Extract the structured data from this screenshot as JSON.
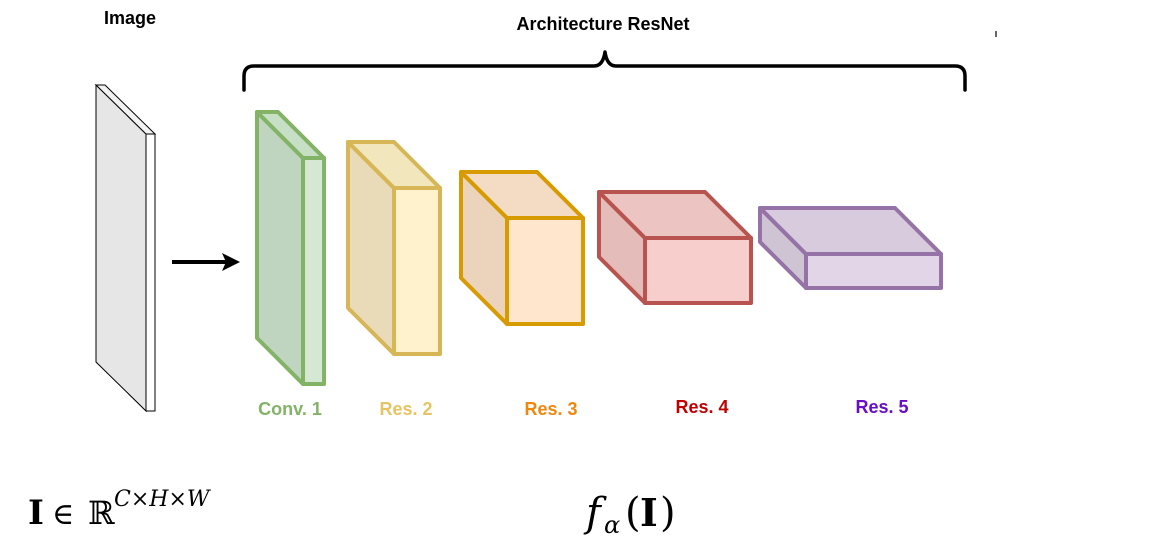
{
  "image_label": "Image",
  "architecture_title": "Architecture ResNet",
  "blocks": [
    {
      "label": "Conv. 1",
      "color_label": "#82b366",
      "face": "#d5e8d4",
      "side": "#c0d5bf",
      "top": "#c7dfc5",
      "stroke": "#82b366"
    },
    {
      "label": "Res. 2",
      "color_label": "#e6c463",
      "face": "#fff2cc",
      "side": "#e9dbb7",
      "top": "#f2e6bd",
      "stroke": "#d6b656"
    },
    {
      "label": "Res. 3",
      "color_label": "#f0860c",
      "face": "#ffe6cc",
      "side": "#ebd4bb",
      "top": "#f3dcc3",
      "stroke": "#d79b00"
    },
    {
      "label": "Res. 4",
      "color_label": "#c00000",
      "face": "#f8cecc",
      "side": "#e4bdbb",
      "top": "#ecc4c2",
      "stroke": "#b85450"
    },
    {
      "label": "Res. 5",
      "color_label": "#6a0dc7",
      "face": "#e1d5e7",
      "side": "#cfc4d4",
      "top": "#d7cbdd",
      "stroke": "#9673a6"
    }
  ],
  "formula_input": {
    "symbol": "I",
    "in": "∈",
    "field": "ℝ",
    "exponent": "C×H×W"
  },
  "formula_output": {
    "func": "f",
    "subscript": "α",
    "open": "(",
    "symbol": "I",
    "close": ")"
  }
}
